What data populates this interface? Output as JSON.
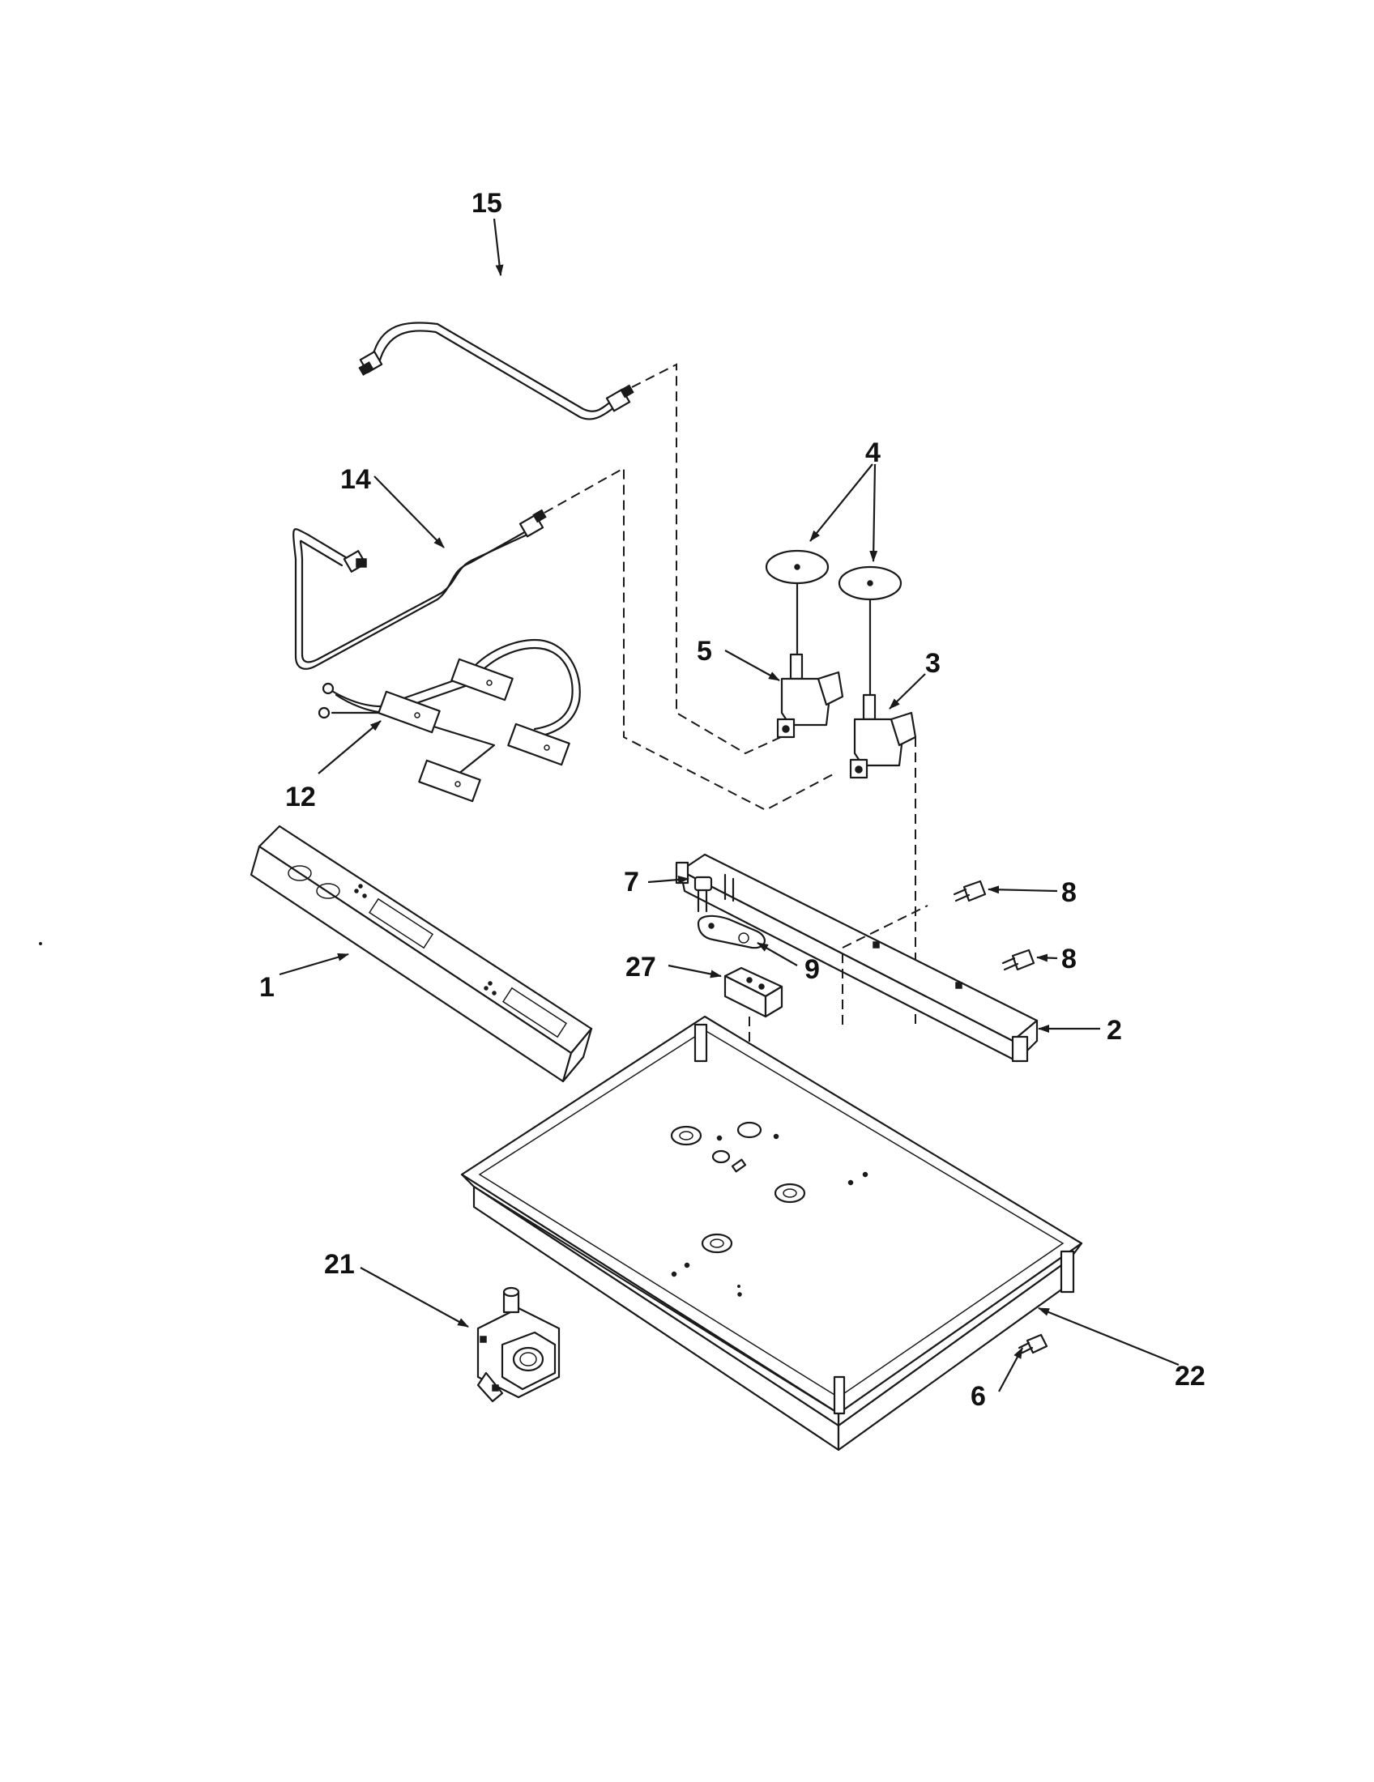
{
  "diagram": {
    "callouts": [
      "15",
      "14",
      "4",
      "5",
      "3",
      "12",
      "7",
      "8",
      "8",
      "9",
      "27",
      "1",
      "2",
      "21",
      "22",
      "6"
    ]
  }
}
